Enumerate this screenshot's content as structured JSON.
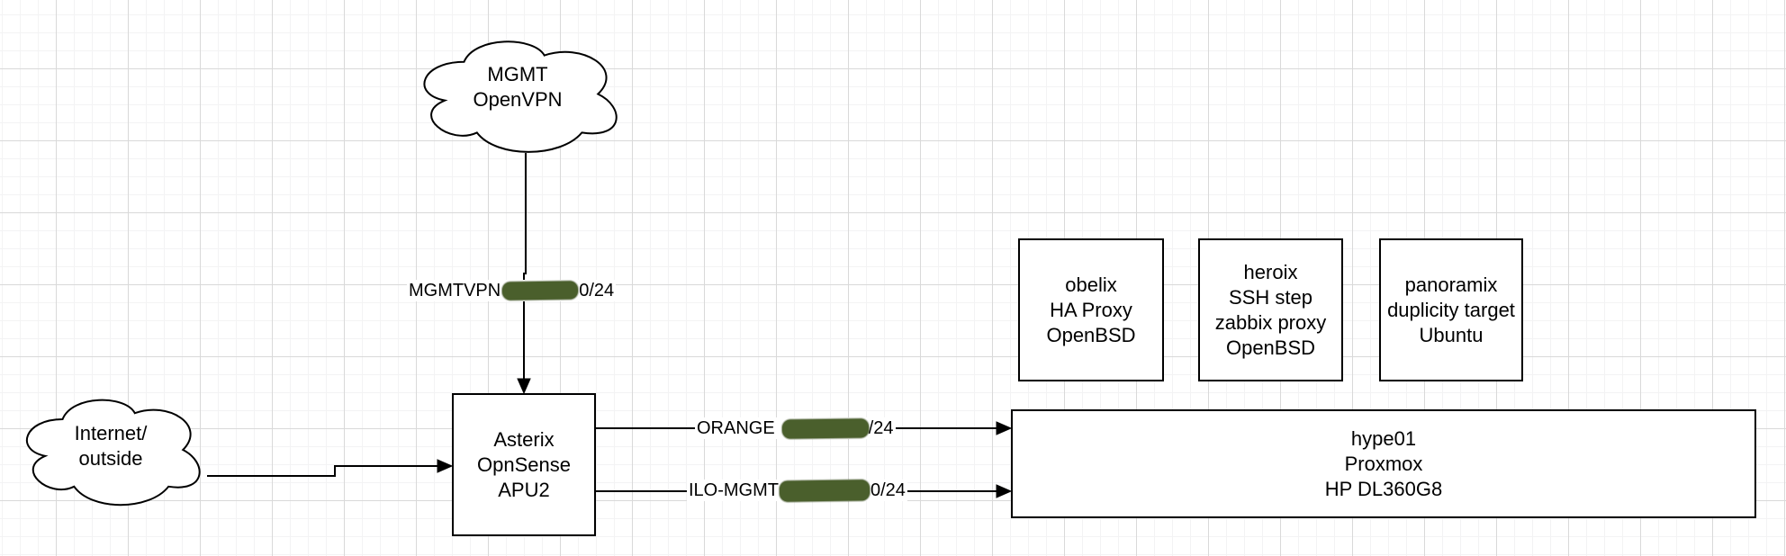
{
  "diagram": {
    "clouds": {
      "mgmt": {
        "line1": "MGMT",
        "line2": "OpenVPN"
      },
      "internet": {
        "line1": "Internet/",
        "line2": "outside"
      }
    },
    "nodes": {
      "asterix": {
        "line1": "Asterix",
        "line2": "OpnSense",
        "line3": "APU2"
      },
      "obelix": {
        "line1": "obelix",
        "line2": "HA Proxy",
        "line3": "OpenBSD"
      },
      "heroix": {
        "line1": "heroix",
        "line2": "SSH step",
        "line3": "zabbix proxy",
        "line4": "OpenBSD"
      },
      "panoramix": {
        "line1": "panoramix",
        "line2": "duplicity target",
        "line3": "Ubuntu"
      },
      "hype01": {
        "line1": "hype01",
        "line2": "Proxmox",
        "line3": "HP DL360G8"
      }
    },
    "edge_labels": {
      "mgmtvpn": {
        "prefix": "MGMTVPN",
        "redacted": "IP redacted",
        "suffix": "0/24"
      },
      "orange": {
        "prefix": "ORANGE",
        "redacted": "IP redacted",
        "suffix": "/24"
      },
      "ilo_mgmt": {
        "prefix": "ILO-MGMT",
        "redacted": "IP redacted",
        "suffix": "0/24"
      }
    },
    "colors": {
      "stroke": "#000000",
      "node_fill": "#ffffff",
      "redaction": "#4a5f2c",
      "grid_minor": "#f3f3f4",
      "grid_major": "#d9d9d9",
      "background": "#ffffff"
    }
  }
}
